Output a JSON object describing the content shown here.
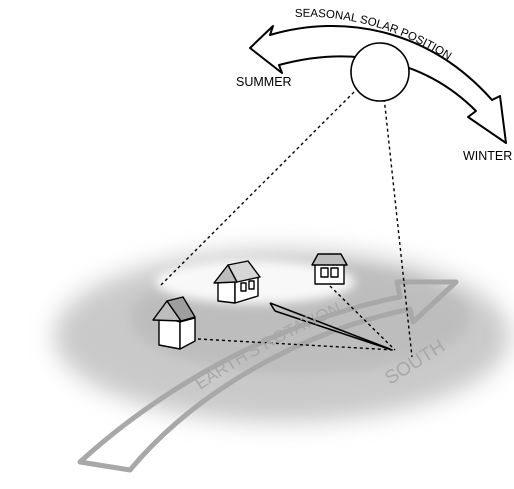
{
  "labels": {
    "arc_title": "SEASONAL SOLAR POSITION",
    "summer": "SUMMER",
    "winter": "WINTER",
    "earths_rotation": "EARTH'S ROTATION",
    "south": "SOUTH"
  },
  "colors": {
    "ink": "#000000",
    "ground_shadow": "#c9c9c9",
    "rotation_arrow": "#a8a8a8",
    "house_roof_gray": "#bdbdbd",
    "house_wall": "#ffffff"
  },
  "icons": {
    "sun": "sun-circle",
    "house": "house-icon"
  }
}
